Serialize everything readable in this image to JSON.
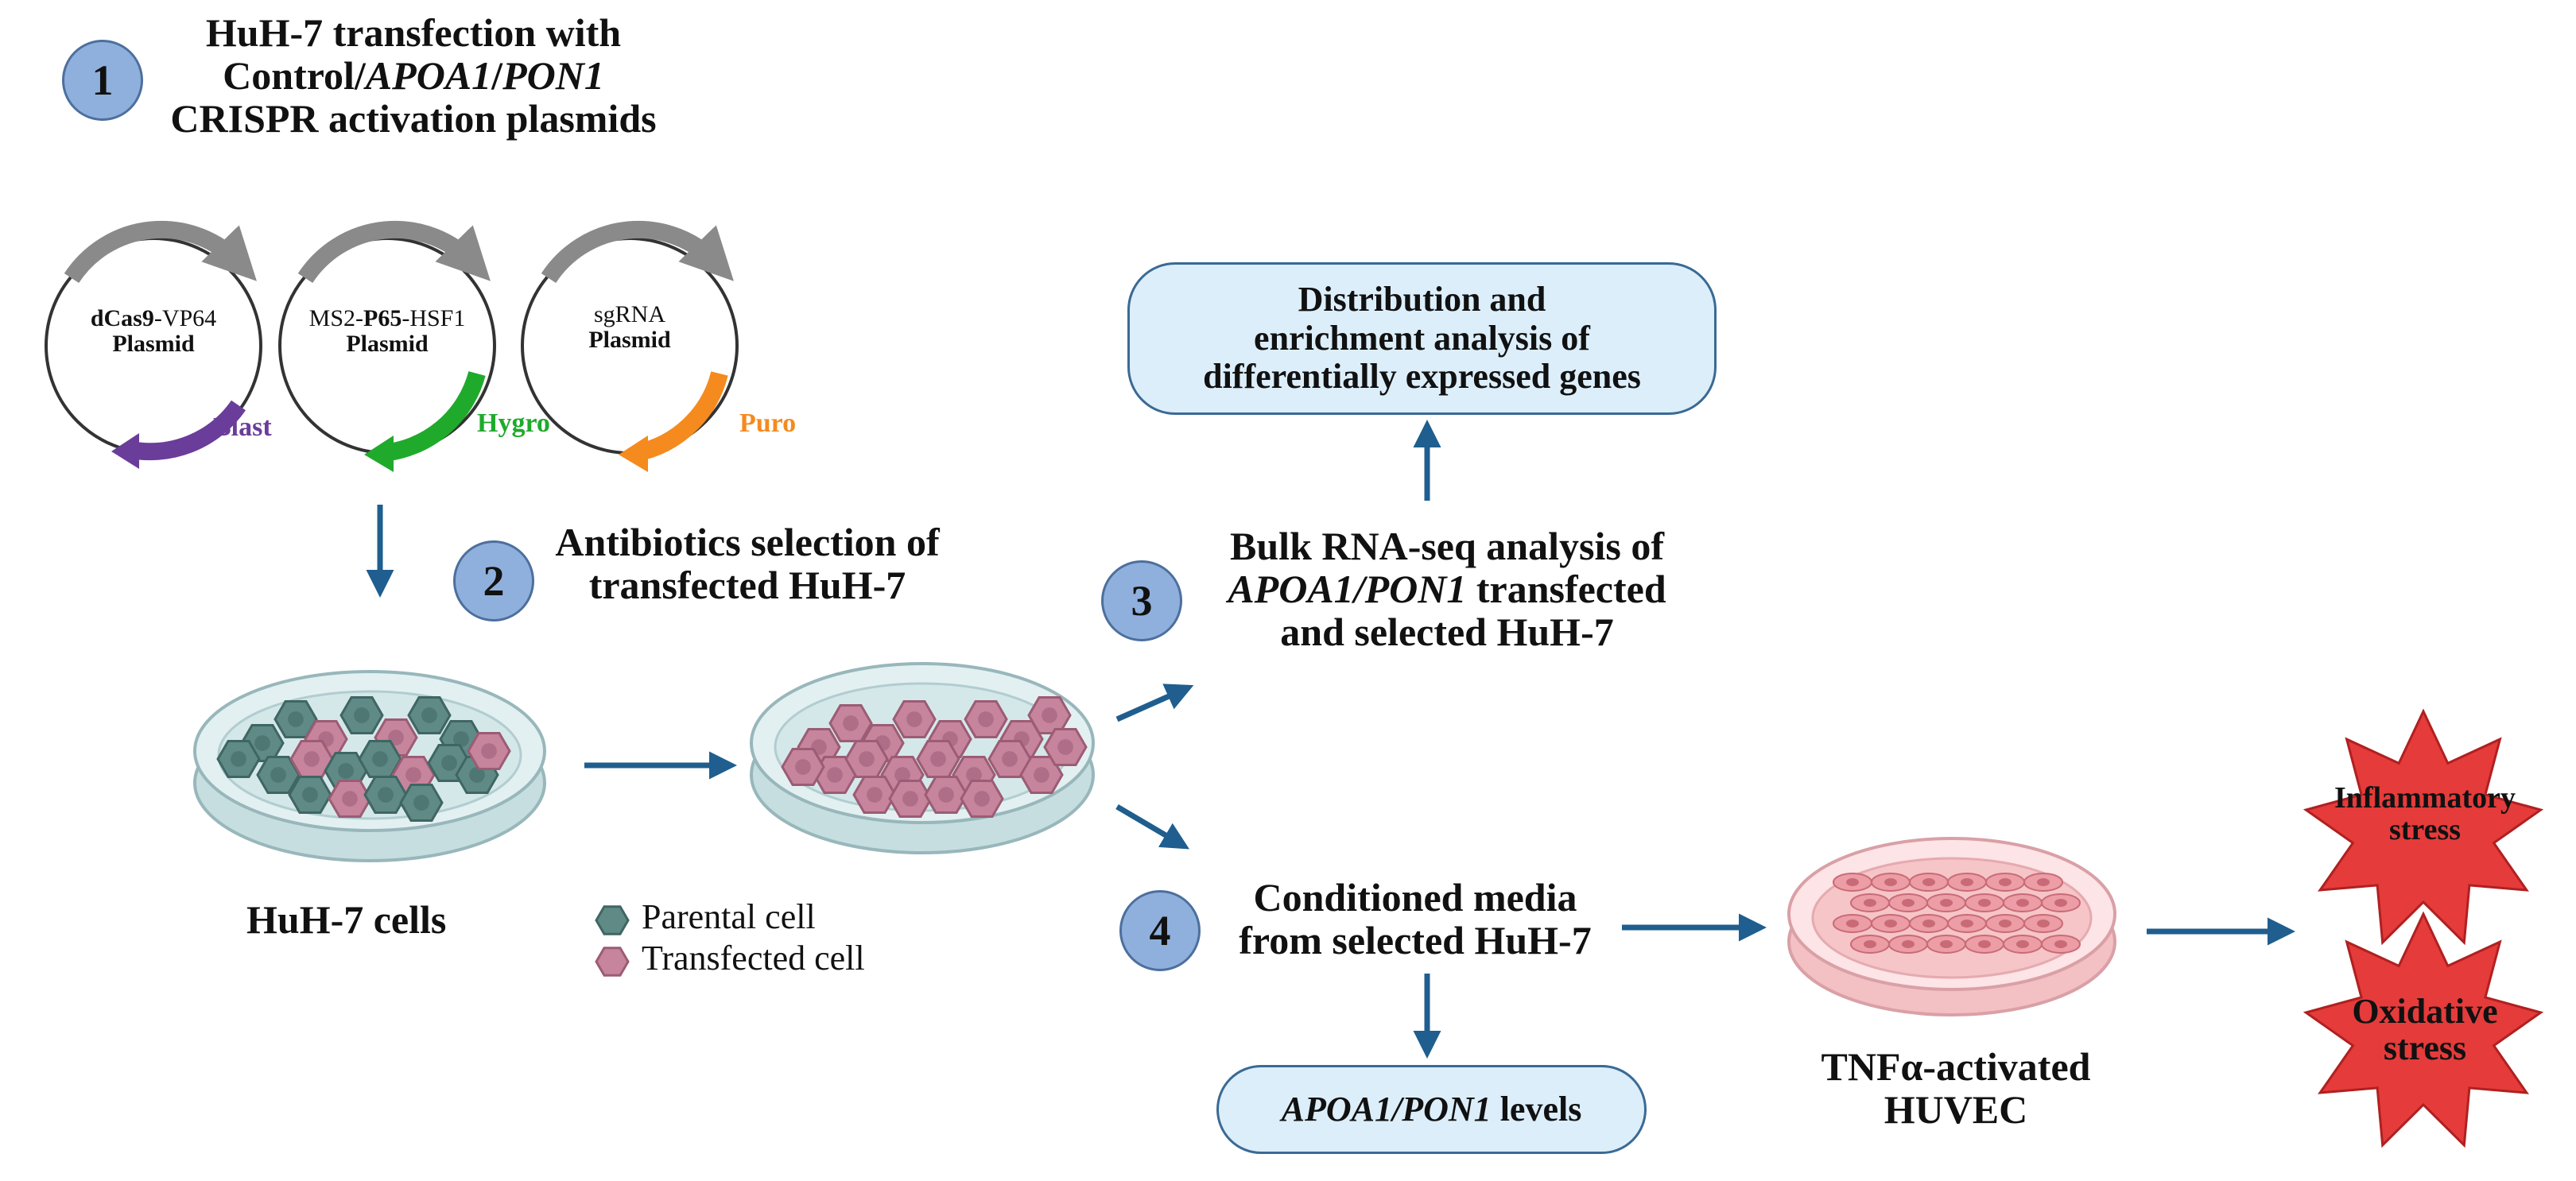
{
  "steps": {
    "step1": {
      "number": "1",
      "line1": "HuH-7 transfection with",
      "line2_prefix": "Control/",
      "line2_gene1": "APOA1",
      "line2_sep": "/",
      "line2_gene2": "PON1",
      "line3": "CRISPR activation plasmids"
    },
    "step2": {
      "number": "2",
      "line1": "Antibiotics selection of",
      "line2": "transfected HuH-7"
    },
    "step3": {
      "number": "3",
      "line1": "Bulk RNA-seq analysis of",
      "line2_gene1": "APOA1",
      "line2_sep": "/",
      "line2_gene2": "PON1",
      "line2_suffix": " transfected",
      "line3": "and selected HuH-7"
    },
    "step4": {
      "number": "4",
      "line1": "Conditioned media",
      "line2": "from selected HuH-7"
    }
  },
  "plasmids": [
    {
      "name_bold": "dCas9",
      "name_rest": "-VP64",
      "sub": "Plasmid",
      "resistance": "Blast",
      "color": "#6a3d9a"
    },
    {
      "name_pre": "MS2-",
      "name_bold": "P65",
      "name_rest": "-HSF1",
      "sub": "Plasmid",
      "resistance": "Hygro",
      "color": "#1faa2c"
    },
    {
      "name_bold": "sgRNA",
      "name_rest": "",
      "sub": "Plasmid",
      "resistance": "Puro",
      "color": "#f58a1f"
    }
  ],
  "dish_label": "HuH-7 cells",
  "legend": {
    "parental": "Parental cell",
    "transfected": "Transfected cell"
  },
  "boxes": {
    "distribution": {
      "line1": "Distribution and",
      "line2": "enrichment analysis of",
      "line3": "differentially expressed genes"
    },
    "levels": {
      "gene1": "APOA1",
      "sep": "/",
      "gene2": "PON1",
      "suffix": " levels"
    }
  },
  "huvec": {
    "line1": "TNFα-activated",
    "line2": "HUVEC"
  },
  "outcomes": {
    "inflammatory": {
      "line1": "Inflammatory",
      "line2": "stress"
    },
    "oxidative": {
      "line1": "Oxidative",
      "line2": "stress"
    }
  },
  "colors": {
    "arrow": "#1f5e8e",
    "badge_fill": "#8fb0dc",
    "box_fill": "#dceefa",
    "parental_cell": "#5f8a86",
    "transfected_cell": "#c7849d",
    "star": "#e53b3b",
    "huvec_dish": "#f6c5c8"
  }
}
